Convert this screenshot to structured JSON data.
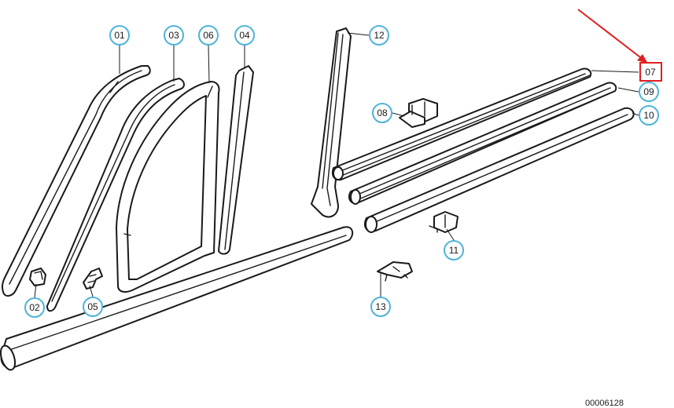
{
  "callouts": [
    {
      "id": "01",
      "label": "01"
    },
    {
      "id": "02",
      "label": "02"
    },
    {
      "id": "03",
      "label": "03"
    },
    {
      "id": "04",
      "label": "04"
    },
    {
      "id": "05",
      "label": "05"
    },
    {
      "id": "06",
      "label": "06"
    },
    {
      "id": "07",
      "label": "07",
      "highlighted": true
    },
    {
      "id": "08",
      "label": "08"
    },
    {
      "id": "09",
      "label": "09"
    },
    {
      "id": "10",
      "label": "10"
    },
    {
      "id": "11",
      "label": "11"
    },
    {
      "id": "12",
      "label": "12"
    },
    {
      "id": "13",
      "label": "13"
    }
  ],
  "catalog_number": "00006128",
  "colors": {
    "line": "#1a1a1a",
    "callout_ring": "#4fb3d9",
    "highlight": "#e02020"
  }
}
